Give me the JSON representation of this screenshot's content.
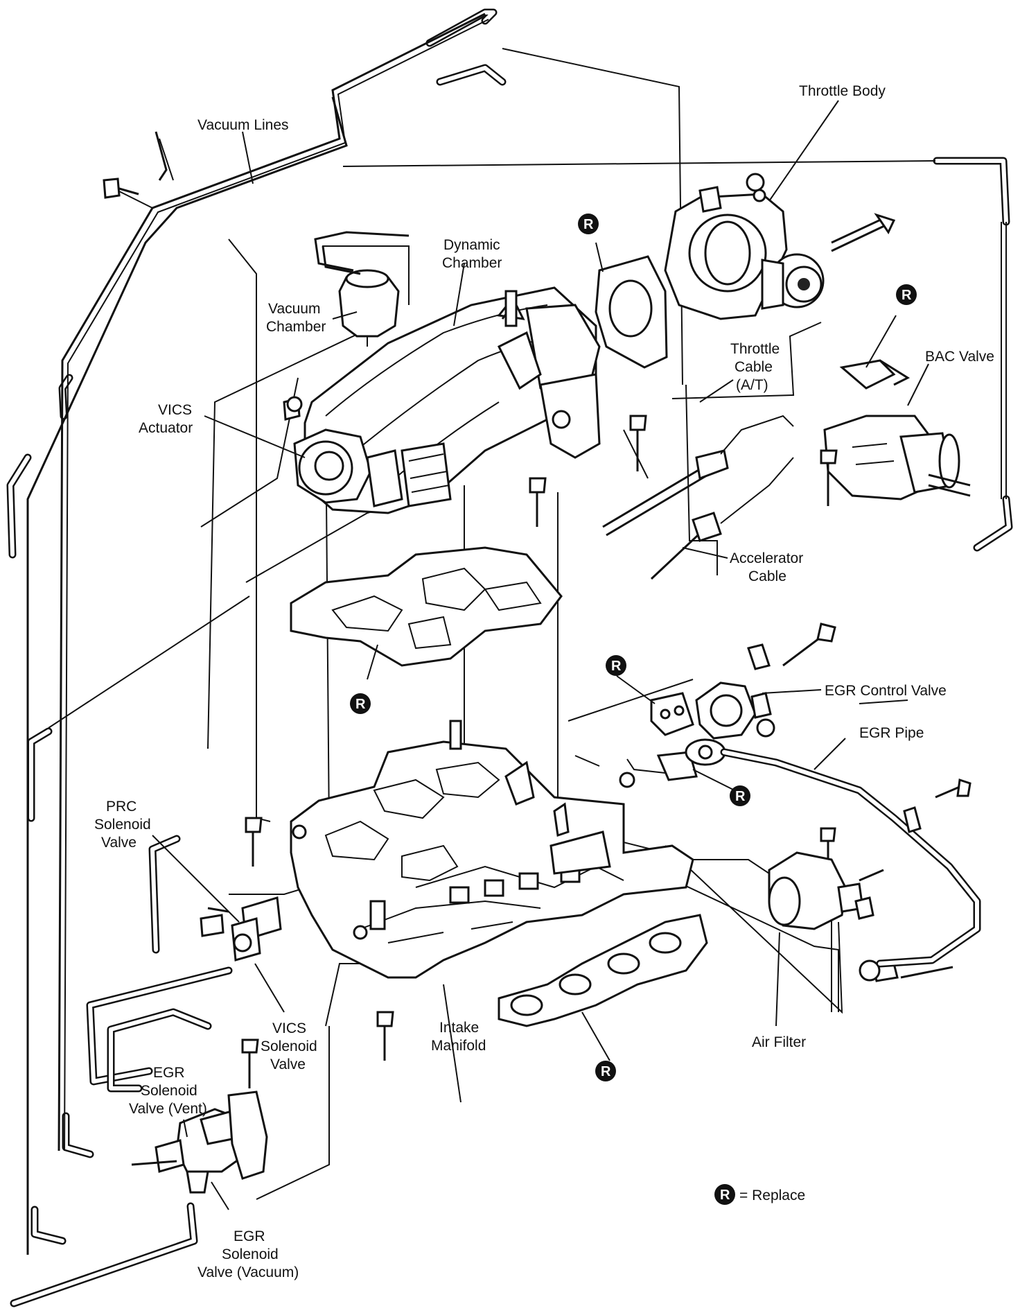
{
  "labels": {
    "vacuum_lines": "Vacuum Lines",
    "throttle_body": "Throttle Body",
    "dynamic_chamber_1": "Dynamic",
    "dynamic_chamber_2": "Chamber",
    "vacuum_chamber_1": "Vacuum",
    "vacuum_chamber_2": "Chamber",
    "throttle_cable_1": "Throttle",
    "throttle_cable_2": "Cable",
    "throttle_cable_3": "(A/T)",
    "bac_valve": "BAC Valve",
    "vics_actuator_1": "VICS",
    "vics_actuator_2": "Actuator",
    "accelerator_cable_1": "Accelerator",
    "accelerator_cable_2": "Cable",
    "egr_control_valve": "EGR Control Valve",
    "egr_pipe": "EGR Pipe",
    "prc_solenoid_1": "PRC",
    "prc_solenoid_2": "Solenoid",
    "prc_solenoid_3": "Valve",
    "vics_solenoid_1": "VICS",
    "vics_solenoid_2": "Solenoid",
    "vics_solenoid_3": "Valve",
    "intake_manifold_1": "Intake",
    "intake_manifold_2": "Manifold",
    "air_filter": "Air Filter",
    "egr_vent_1": "EGR",
    "egr_vent_2": "Solenoid",
    "egr_vent_3": "Valve (Vent)",
    "egr_vacuum_1": "EGR",
    "egr_vacuum_2": "Solenoid",
    "egr_vacuum_3": "Valve (Vacuum)"
  },
  "badge_letter": "R",
  "legend": {
    "symbol": "R",
    "text": "= Replace"
  }
}
